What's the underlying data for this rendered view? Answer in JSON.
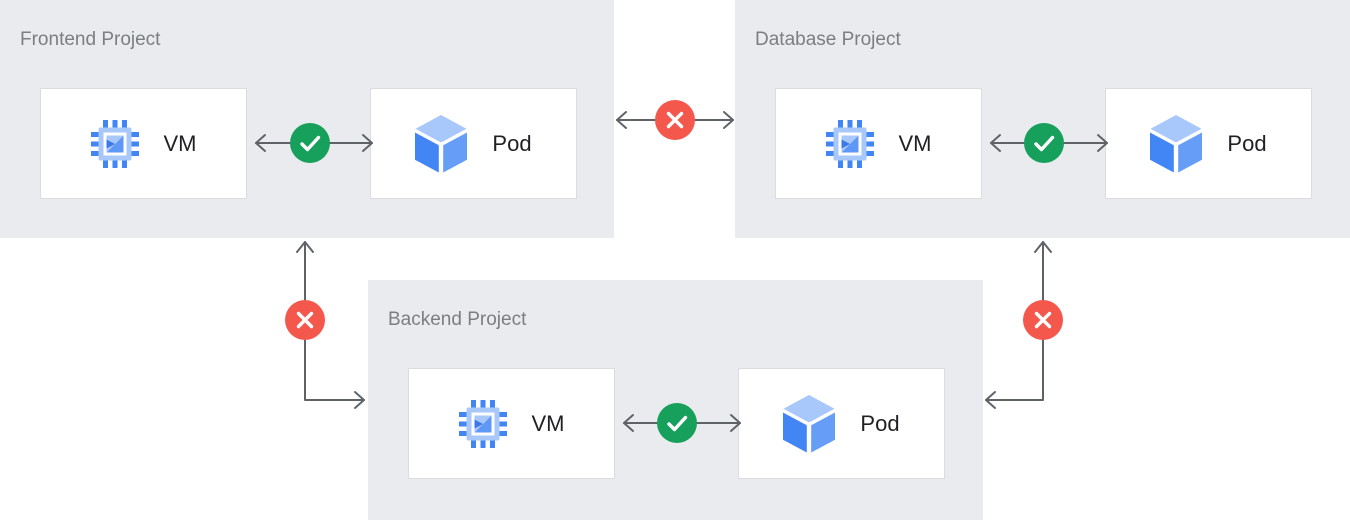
{
  "projects": [
    {
      "label": "Frontend Project",
      "nodes": [
        {
          "label": "VM"
        },
        {
          "label": "Pod"
        }
      ],
      "internal_connection": "allowed"
    },
    {
      "label": "Database Project",
      "nodes": [
        {
          "label": "VM"
        },
        {
          "label": "Pod"
        }
      ],
      "internal_connection": "allowed"
    },
    {
      "label": "Backend Project",
      "nodes": [
        {
          "label": "VM"
        },
        {
          "label": "Pod"
        }
      ],
      "internal_connection": "allowed"
    }
  ],
  "cross_project_connections": [
    {
      "from": "Frontend Project",
      "to": "Database Project",
      "status": "blocked"
    },
    {
      "from": "Frontend Project",
      "to": "Backend Project",
      "status": "blocked"
    },
    {
      "from": "Database Project",
      "to": "Backend Project",
      "status": "blocked"
    }
  ],
  "icons": {
    "vm": "compute-engine-chip-icon",
    "pod": "cube-icon",
    "allowed": "check-icon",
    "blocked": "cross-icon"
  },
  "colors": {
    "panel_background": "#E9EBEE",
    "card_background": "#FFFFFF",
    "card_border": "#DADCE0",
    "connector_gray": "#5F6368",
    "allowed_green": "#17A05C",
    "blocked_red": "#F4584C",
    "project_label_gray": "#7B7E82",
    "node_label_dark": "#202124",
    "icon_blue": "#4285F4",
    "icon_blue_light": "#A8C7FA",
    "icon_blue_mid": "#5E97F6",
    "icon_blue_dark": "#3B78E8"
  }
}
